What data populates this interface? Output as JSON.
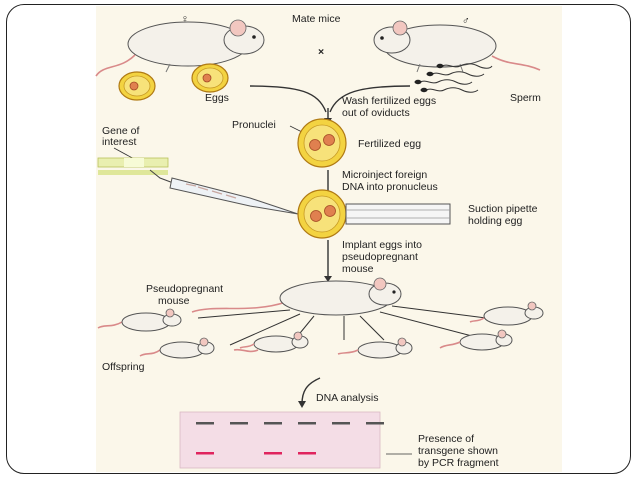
{
  "symbols": {
    "female": "♀",
    "male": "♂",
    "cross": "×"
  },
  "labels": {
    "mate_mice": "Mate mice",
    "eggs": "Eggs",
    "sperm": "Sperm",
    "wash_line1": "Wash fertilized eggs",
    "wash_line2": "out of oviducts",
    "pronuclei": "Pronuclei",
    "fertilized_egg": "Fertilized egg",
    "gene_line1": "Gene of",
    "gene_line2": "interest",
    "microinject_line1": "Microinject foreign",
    "microinject_line2": "DNA into pronucleus",
    "suction_line1": "Suction pipette",
    "suction_line2": "holding egg",
    "implant_line1": "Implant eggs into",
    "implant_line2": "pseudopregnant",
    "implant_line3": "mouse",
    "pseudo_line1": "Pseudopregnant",
    "pseudo_line2": "mouse",
    "offspring": "Offspring",
    "dna_analysis": "DNA analysis",
    "presence_line1": "Presence of",
    "presence_line2": "transgene shown",
    "presence_line3": "by PCR fragment"
  },
  "colors": {
    "panel_bg": "#fbf7ea",
    "egg": "#f3d341",
    "gel": "#f4dde6",
    "pcr_band": "#e0245e",
    "control_band": "#555555"
  },
  "gel": {
    "lanes": 6,
    "transgene_present": [
      true,
      false,
      true,
      true,
      false,
      false
    ]
  }
}
